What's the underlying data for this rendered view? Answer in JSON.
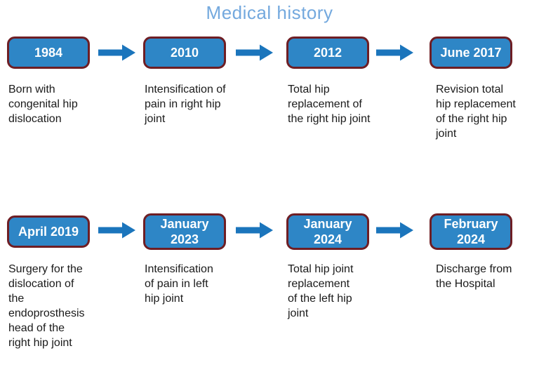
{
  "title": "Medical history",
  "colors": {
    "title_text": "#74A9DE",
    "box_fill": "#2E86C6",
    "box_border": "#6E1E24",
    "arrow": "#1B75BC",
    "description_text": "#1A1A1A"
  },
  "rows": [
    {
      "items": [
        {
          "label": "1984",
          "desc": "Born with\ncongenital hip\ndislocation"
        },
        {
          "label": "2010",
          "desc": "Intensification of\npain in right hip\njoint"
        },
        {
          "label": "2012",
          "desc": "Total hip\nreplacement of\nthe right hip joint"
        },
        {
          "label": "June 2017",
          "desc": "Revision total\nhip replacement\nof the right hip\njoint"
        }
      ]
    },
    {
      "items": [
        {
          "label": "April 2019",
          "desc": "Surgery for the\ndislocation of\nthe\nendoprosthesis\nhead of the\nright hip joint"
        },
        {
          "label": "January\n2023",
          "desc": "Intensification\nof pain in left\nhip joint"
        },
        {
          "label": "January\n2024",
          "desc": "Total hip joint\nreplacement\nof the left hip\njoint"
        },
        {
          "label": "February\n2024",
          "desc": "Discharge from\nthe Hospital"
        }
      ]
    }
  ]
}
